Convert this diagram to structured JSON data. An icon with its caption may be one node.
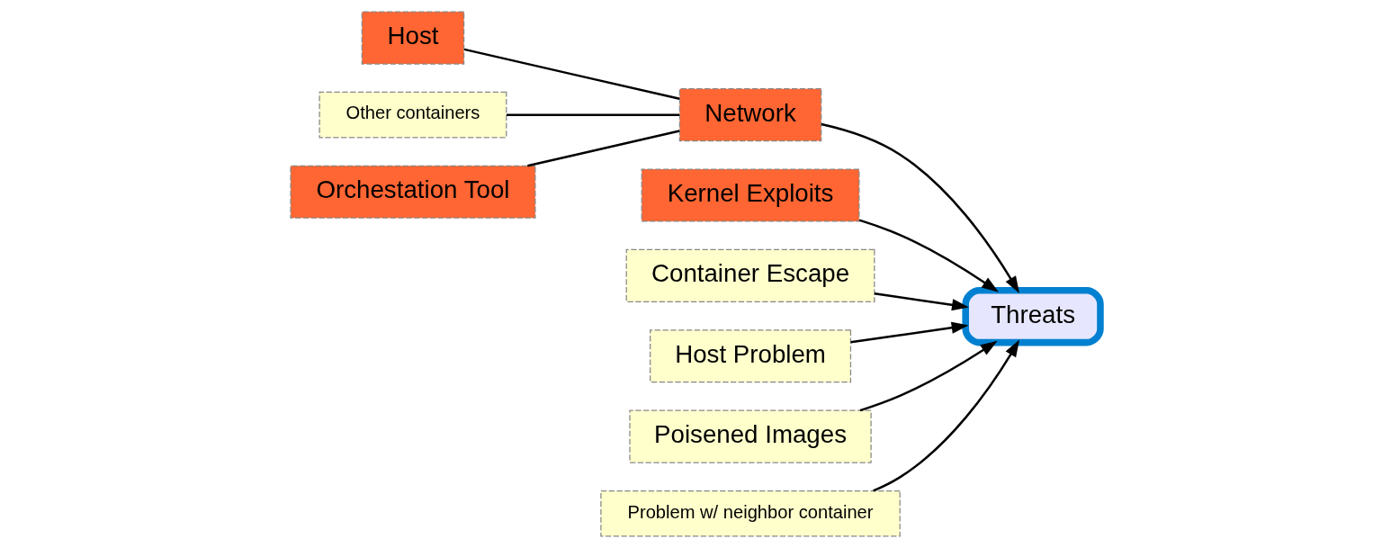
{
  "diagram": {
    "nodes": [
      {
        "text": [
          "Host"
        ]
      },
      {
        "text": [
          "Other containers"
        ]
      },
      {
        "text": [
          "Network"
        ]
      },
      {
        "text": [
          "Orchestation Tool"
        ]
      },
      {
        "text": [
          "Kernel Exploits"
        ]
      },
      {
        "text": [
          "Container Escape"
        ]
      },
      {
        "text": [
          "Threats"
        ]
      },
      {
        "text": [
          "Host Problem"
        ]
      },
      {
        "text": [
          "Poisened Images"
        ]
      },
      {
        "text": [
          "Problem w/ neighbor container"
        ]
      }
    ],
    "edges": [
      {
        "from": 0,
        "to": 2,
        "arrow": "none"
      },
      {
        "from": 1,
        "to": 2,
        "arrow": "none"
      },
      {
        "from": 3,
        "to": 2,
        "arrow": "none"
      },
      {
        "from": 2,
        "to": 6,
        "arrow": "to"
      },
      {
        "from": 4,
        "to": 6,
        "arrow": "to"
      },
      {
        "from": 5,
        "to": 6,
        "arrow": "to"
      },
      {
        "from": 7,
        "to": 6,
        "arrow": "to"
      },
      {
        "from": 8,
        "to": 6,
        "arrow": "to"
      },
      {
        "from": 9,
        "to": 6,
        "arrow": "to"
      }
    ]
  }
}
